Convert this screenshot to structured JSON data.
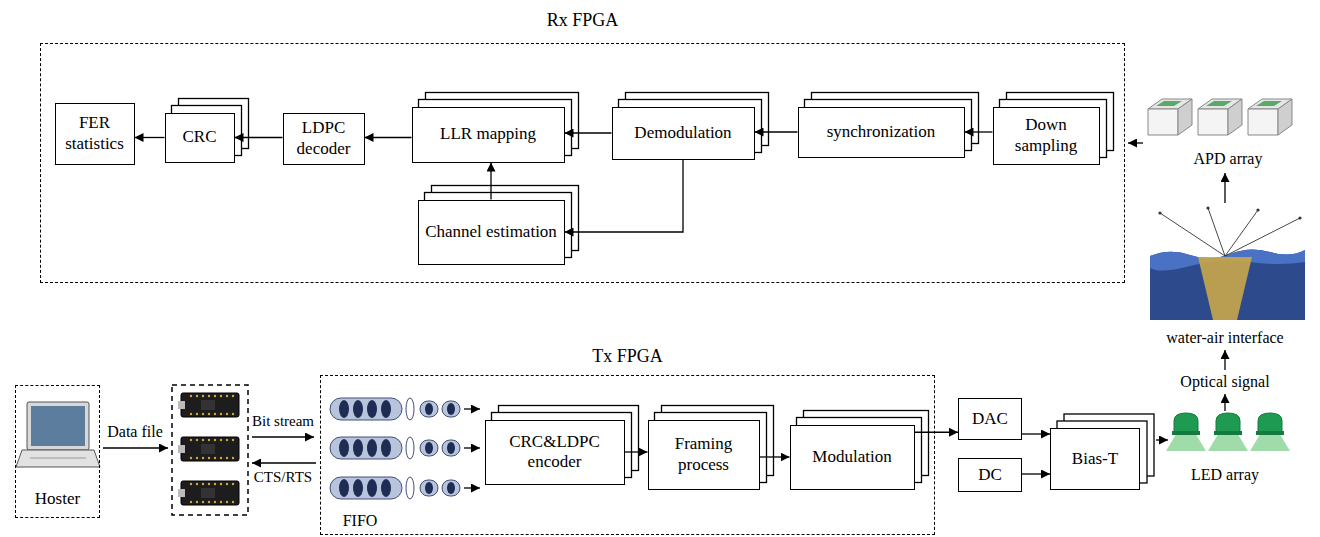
{
  "diagram": {
    "nodes": [
      {
        "text": [
          "Rx FPGA"
        ]
      },
      {
        "text": [
          "FER statistics"
        ],
        "in": 0
      },
      {
        "text": [
          "CRC"
        ],
        "in": 0
      },
      {
        "text": [
          "LDPC decoder"
        ],
        "in": 0
      },
      {
        "text": [
          "LLR mapping"
        ],
        "in": 0
      },
      {
        "text": [
          "Demodulation"
        ],
        "in": 0
      },
      {
        "text": [
          "synchronization"
        ],
        "in": 0
      },
      {
        "text": [
          "Down sampling"
        ],
        "in": 0
      },
      {
        "text": [
          "Channel estimation"
        ],
        "in": 0
      },
      {
        "text": [
          "Hoster"
        ]
      },
      {
        "text": [
          "Tx FPGA"
        ]
      },
      {
        "text": [
          "CRC&LDPC encoder"
        ],
        "in": 10
      },
      {
        "text": [
          "Framing process"
        ],
        "in": 10
      },
      {
        "text": [
          "Modulation"
        ],
        "in": 10
      },
      {
        "text": [
          "DAC"
        ]
      },
      {
        "text": [
          "DC"
        ]
      },
      {
        "text": [
          "Bias-T"
        ]
      }
    ],
    "edges": [
      {
        "from": 7,
        "to": 6,
        "arrow": "to"
      },
      {
        "from": 6,
        "to": 5,
        "arrow": "to"
      },
      {
        "from": 5,
        "to": 4,
        "arrow": "to"
      },
      {
        "from": 5,
        "to": 8,
        "arrow": "to"
      },
      {
        "from": 8,
        "to": 4,
        "arrow": "to"
      },
      {
        "from": 4,
        "to": 3,
        "arrow": "to"
      },
      {
        "from": 3,
        "to": 2,
        "arrow": "to"
      },
      {
        "from": 2,
        "to": 1,
        "arrow": "to"
      },
      {
        "from": 11,
        "to": 12,
        "arrow": "to"
      },
      {
        "from": 12,
        "to": 13,
        "arrow": "to"
      },
      {
        "from": 13,
        "to": 14,
        "arrow": "to"
      },
      {
        "from": 14,
        "to": 16,
        "arrow": "to"
      },
      {
        "from": 15,
        "to": 16,
        "arrow": "to"
      }
    ],
    "labels": [
      "Data file",
      "Bit stream",
      "CTS/RTS",
      "FIFO",
      "LED array",
      "Optical signal",
      "water-air interface",
      "APD array"
    ]
  }
}
